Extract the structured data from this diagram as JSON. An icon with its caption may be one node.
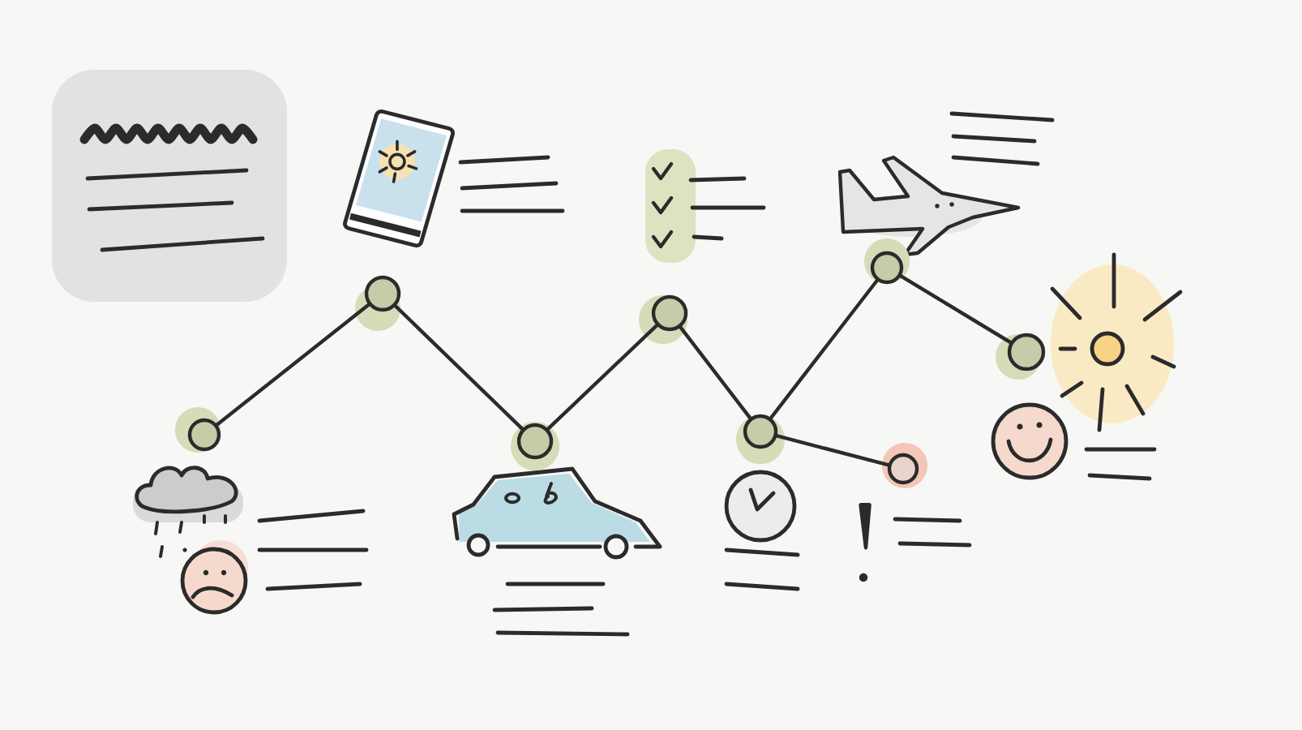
{
  "diagram": {
    "nodes": [
      {
        "text": [],
        "shape": "circle"
      },
      {
        "text": [],
        "shape": "circle"
      },
      {
        "text": [],
        "shape": "circle"
      },
      {
        "text": [],
        "shape": "circle"
      },
      {
        "text": [],
        "shape": "circle"
      },
      {
        "text": [],
        "shape": "circle"
      },
      {
        "text": [],
        "shape": "circle"
      },
      {
        "text": [],
        "shape": "circle"
      }
    ],
    "edges": [
      {
        "from": 0,
        "to": 1,
        "arrow": "none"
      },
      {
        "from": 1,
        "to": 2,
        "arrow": "none"
      },
      {
        "from": 2,
        "to": 3,
        "arrow": "none"
      },
      {
        "from": 3,
        "to": 4,
        "arrow": "none"
      },
      {
        "from": 4,
        "to": 5,
        "arrow": "none"
      },
      {
        "from": 4,
        "to": 6,
        "arrow": "none"
      },
      {
        "from": 5,
        "to": 7,
        "arrow": "none"
      }
    ]
  }
}
